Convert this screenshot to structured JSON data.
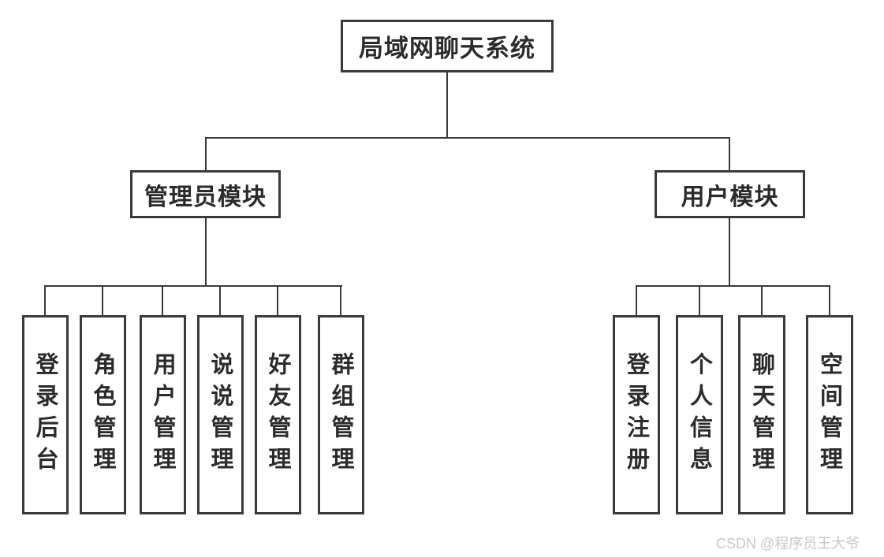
{
  "diagram": {
    "root": {
      "label": "局域网聊天系统"
    },
    "modules": [
      {
        "label": "管理员模块",
        "children": [
          {
            "label": "登录后台"
          },
          {
            "label": "角色管理"
          },
          {
            "label": "用户管理"
          },
          {
            "label": "说说管理"
          },
          {
            "label": "好友管理"
          },
          {
            "label": "群组管理"
          }
        ]
      },
      {
        "label": "用户模块",
        "children": [
          {
            "label": "登录注册"
          },
          {
            "label": "个人信息"
          },
          {
            "label": "聊天管理"
          },
          {
            "label": "空间管理"
          }
        ]
      }
    ]
  },
  "watermark": {
    "text": "CSDN @程序员王大爷"
  },
  "colors": {
    "line": "#3a3a3a",
    "text": "#2b2b2b",
    "watermark": "#c8c8c8",
    "background": "#ffffff"
  }
}
